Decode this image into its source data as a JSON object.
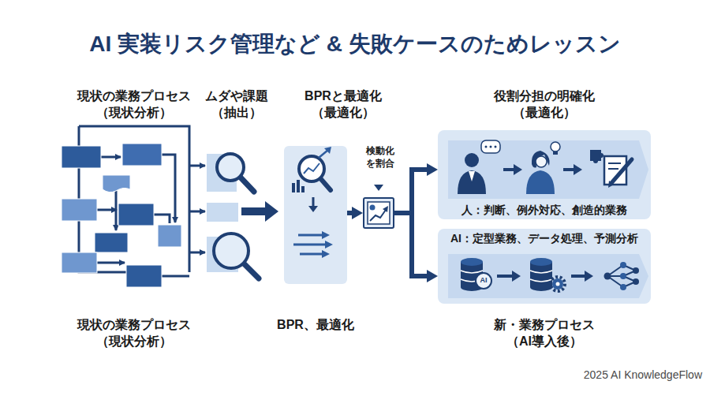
{
  "diagram": {
    "title": "AI 実装リスク管理など & 失敗ケースのためレッスン",
    "nodes": [
      {
        "text": [
          "BPRと最適化 （最適化）",
          "BPR、最適化"
        ]
      },
      {
        "text": [
          "検動化 を割合"
        ]
      },
      {
        "text": [
          "人：判断、例外対応、創造的業務"
        ]
      },
      {
        "text": [
          "AI：定型業務、データ処理、予測分析"
        ]
      }
    ],
    "edges": [
      {
        "from": 0,
        "to": 1,
        "arrow": "to"
      },
      {
        "from": 1,
        "to": 2,
        "arrow": "to"
      },
      {
        "from": 1,
        "to": 3,
        "arrow": "to"
      }
    ],
    "labels": [
      "現状の業務プロセス （現状分析）",
      "ムダや課題 （抽出）",
      "役割分担の明確化 （最適化）",
      "AI",
      "現状の業務プロセス （現状分析）",
      "新・業務プロセス （AI導入後）",
      "2025 AI KnowledgeFlow"
    ]
  }
}
